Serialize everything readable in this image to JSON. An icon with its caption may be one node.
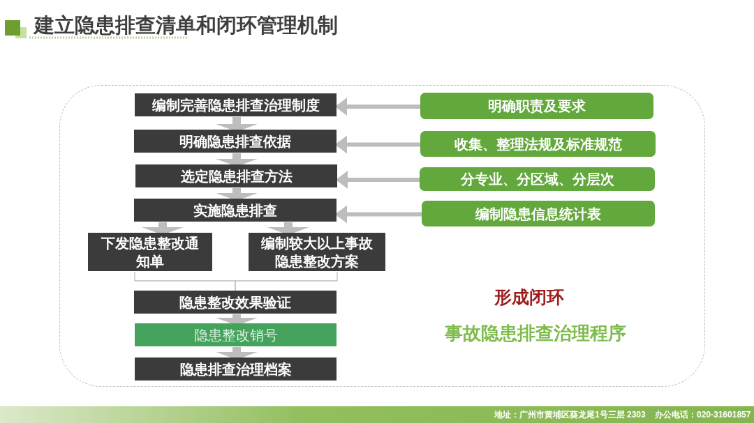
{
  "diagram": {
    "title": "建立隐患排查清单和闭环管理机制",
    "nodes": [
      {
        "text": [
          "形成闭环",
          "事故隐患排查治理程序"
        ]
      },
      {
        "text": [
          "编制完善隐患排查治理制度"
        ],
        "in": 0
      },
      {
        "text": [
          "明确隐患排查依据"
        ],
        "in": 0
      },
      {
        "text": [
          "选定隐患排查方法"
        ],
        "in": 0
      },
      {
        "text": [
          "实施隐患排查"
        ],
        "in": 0
      },
      {
        "text": [
          "下发隐患整改通知单"
        ],
        "in": 0
      },
      {
        "text": [
          "编制较大以上事故隐患整改方案"
        ],
        "in": 0
      },
      {
        "text": [
          "隐患整改效果验证"
        ],
        "in": 0
      },
      {
        "text": [
          "隐患整改销号"
        ],
        "in": 0
      },
      {
        "text": [
          "隐患排查治理档案"
        ],
        "in": 0
      },
      {
        "text": [
          "明确职责及要求"
        ],
        "in": 0
      },
      {
        "text": [
          "收集、整理法规及标准规范"
        ],
        "in": 0
      },
      {
        "text": [
          "分专业、分区域、分层次"
        ],
        "in": 0
      },
      {
        "text": [
          "编制隐患信息统计表"
        ],
        "in": 0
      }
    ],
    "edges": [
      {
        "from": 1,
        "to": 2,
        "arrow": "to"
      },
      {
        "from": 2,
        "to": 3,
        "arrow": "to"
      },
      {
        "from": 3,
        "to": 4,
        "arrow": "to"
      },
      {
        "from": 4,
        "to": 5,
        "arrow": "to"
      },
      {
        "from": 4,
        "to": 6,
        "arrow": "to"
      },
      {
        "from": 5,
        "to": 7,
        "arrow": "none"
      },
      {
        "from": 6,
        "to": 7,
        "arrow": "none"
      },
      {
        "from": 7,
        "to": 8,
        "arrow": "to"
      },
      {
        "from": 8,
        "to": 9,
        "arrow": "to"
      },
      {
        "from": 10,
        "to": 1,
        "arrow": "to"
      },
      {
        "from": 11,
        "to": 2,
        "arrow": "to"
      },
      {
        "from": 12,
        "to": 3,
        "arrow": "to"
      },
      {
        "from": 13,
        "to": 4,
        "arrow": "to"
      }
    ],
    "labels": [
      "地址：广州市黄埔区葵龙尾1号三层 2303",
      "办公电话：020-31601857"
    ]
  }
}
